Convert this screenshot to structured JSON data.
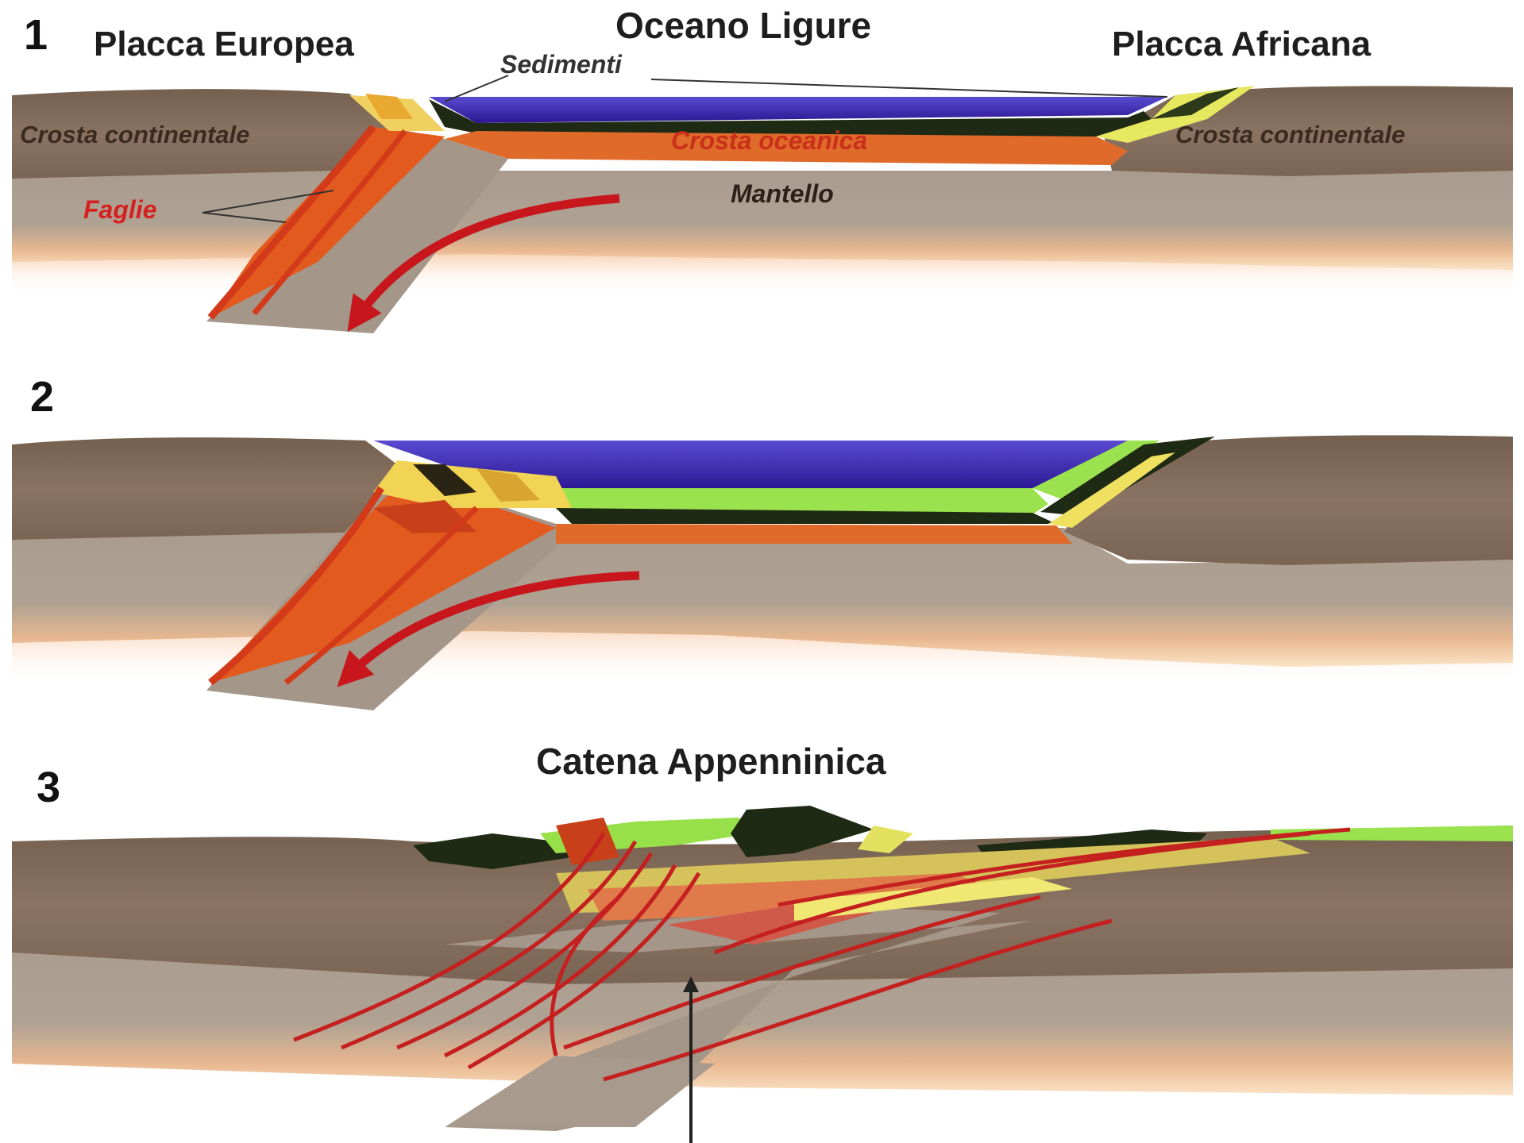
{
  "panels": [
    {
      "number": "1",
      "title": "Oceano Ligure"
    },
    {
      "number": "2"
    },
    {
      "number": "3",
      "title": "Catena Appenninica"
    }
  ],
  "labels": {
    "plate_left": "Placca Europea",
    "plate_right": "Placca Africana",
    "sediments": "Sedimenti",
    "crust_continental_left": "Crosta continentale",
    "crust_continental_right": "Crosta continentale",
    "crust_oceanic": "Crosta oceanica",
    "mantle": "Mantello",
    "faults": "Faglie"
  },
  "colors": {
    "ocean": "#3a22b8",
    "continental_crust": "#8a7060",
    "lower_crust": "#a89a8c",
    "mantle_glow": "#f0a060",
    "oceanic_crust": "#e05a20",
    "sediment_yellow": "#f2e05a",
    "sediment_green": "#98e04a",
    "sediment_dark": "#1e2a14",
    "fault_red": "#cc1a1a"
  }
}
